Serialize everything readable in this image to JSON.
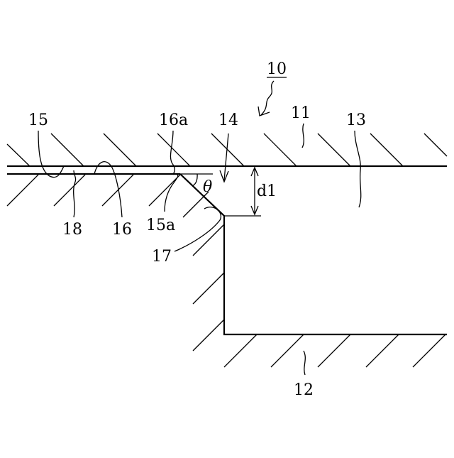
{
  "labels": {
    "ref_10": "10",
    "ref_11": "11",
    "ref_12": "12",
    "ref_13": "13",
    "ref_14": "14",
    "ref_15": "15",
    "ref_15a": "15a",
    "ref_16": "16",
    "ref_16a": "16a",
    "ref_17": "17",
    "ref_18": "18",
    "dimension_d1": "d1",
    "angle_theta": "θ"
  }
}
